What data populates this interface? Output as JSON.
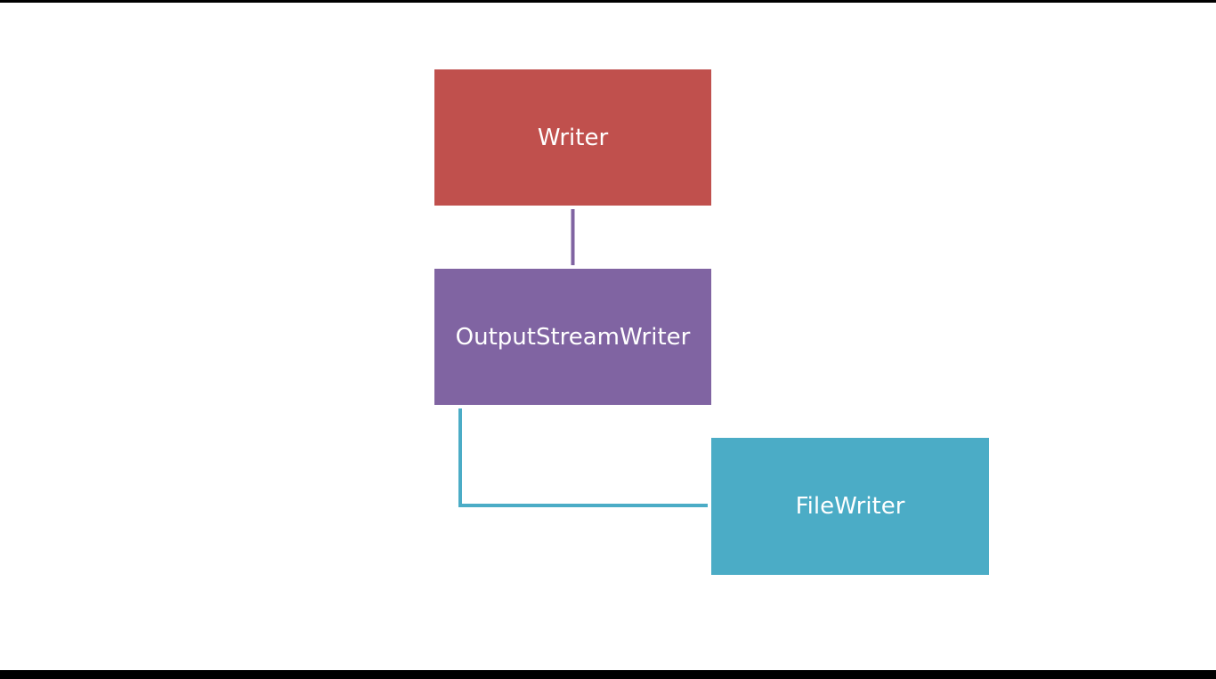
{
  "diagram": {
    "nodes": [
      {
        "id": "writer",
        "label": "Writer",
        "color": "#c0504d"
      },
      {
        "id": "output-stream-writer",
        "label": "OutputStreamWriter",
        "color": "#8064a2"
      },
      {
        "id": "file-writer",
        "label": "FileWriter",
        "color": "#4bacc6"
      }
    ],
    "edges": [
      {
        "from": "writer",
        "to": "output-stream-writer",
        "color": "#8064a2"
      },
      {
        "from": "output-stream-writer",
        "to": "file-writer",
        "color": "#4bacc6"
      }
    ]
  }
}
